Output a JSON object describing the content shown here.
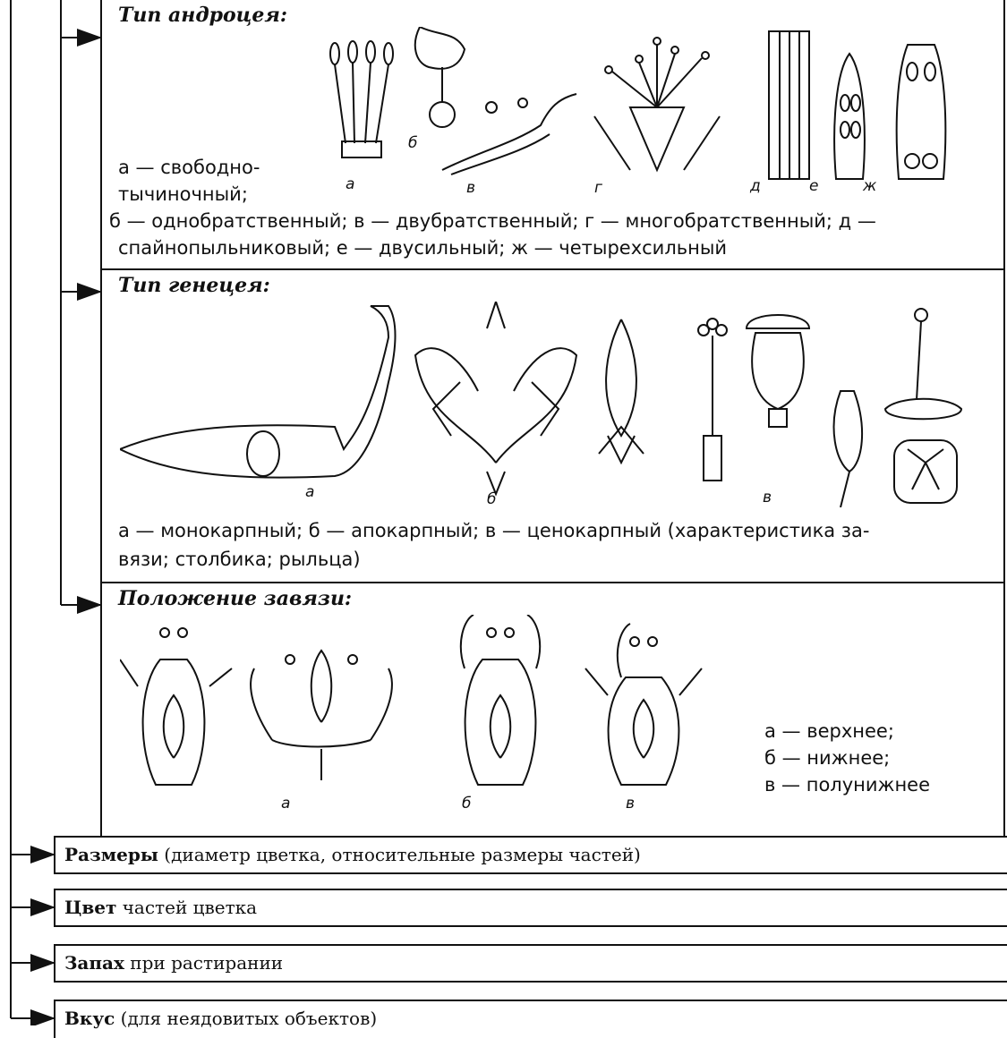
{
  "androecium": {
    "title": "Тип андроцея:",
    "legend_line1": "а — свободно-",
    "legend_line2": "тычиночный;",
    "legend_line3": "б — однобратственный; в — двубратственный; г — многобратственный; д —",
    "legend_line4": "спайнопыльниковый; е — двусильный; ж — четырехсильный",
    "labels": [
      "а",
      "б",
      "в",
      "г",
      "д",
      "е",
      "ж"
    ]
  },
  "gynoecium": {
    "title": "Тип генецея:",
    "legend_line1": "а — монокарпный; б — апокарпный; в — ценокарпный (характеристика за-",
    "legend_line2": "вязи; столбика; рыльца)",
    "labels": [
      "а",
      "б",
      "в"
    ]
  },
  "ovary": {
    "title": "Положение завязи:",
    "labels": [
      "а",
      "б",
      "в"
    ],
    "legend": [
      "а — верхнее;",
      "б — нижнее;",
      "в — полунижнее"
    ]
  },
  "bars": [
    {
      "bold": "Размеры",
      "rest": " (диаметр цветка, относительные размеры частей)"
    },
    {
      "bold": "Цвет",
      "rest": " частей цветка"
    },
    {
      "bold": "Запах",
      "rest": " при растирании"
    },
    {
      "bold": "Вкус",
      "rest": " (для неядовитых объектов)"
    }
  ]
}
